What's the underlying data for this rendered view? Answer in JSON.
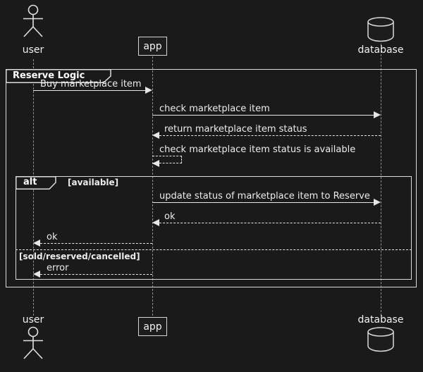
{
  "theme": {
    "background": "#1a1a1a",
    "foreground": "#e6e6e6"
  },
  "participants": {
    "user": {
      "label": "user"
    },
    "app": {
      "label": "app"
    },
    "database": {
      "label": "database"
    }
  },
  "frame": {
    "title": "Reserve Logic"
  },
  "alt": {
    "label": "alt",
    "guard_available": "[available]",
    "guard_else": "[sold/reserved/cancelled]"
  },
  "messages": {
    "buy": {
      "label": "Buy marketplace item"
    },
    "check_item": {
      "label": "check marketplace item"
    },
    "return_status": {
      "label": "return marketplace item status"
    },
    "self_check": {
      "label": "check marketplace item status is available"
    },
    "update_status": {
      "label": "update status of marketplace item to Reserve"
    },
    "ok_db_app": {
      "label": "ok"
    },
    "ok_app_user": {
      "label": "ok"
    },
    "error": {
      "label": "error"
    }
  }
}
